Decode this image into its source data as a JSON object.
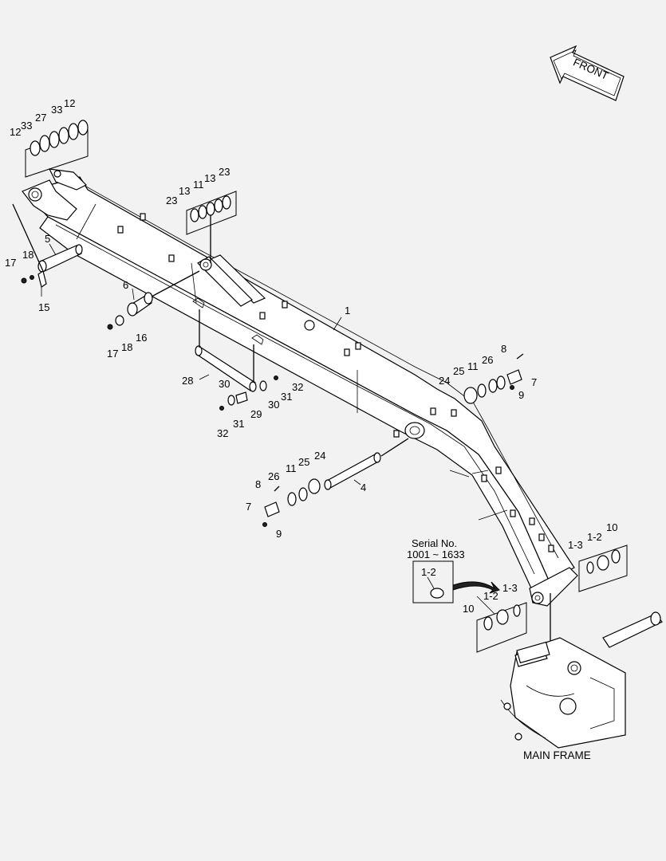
{
  "callouts": {
    "c12a": "12",
    "c33a": "33",
    "c27": "27",
    "c33b": "33",
    "c12b": "12",
    "c23a": "23",
    "c13a": "13",
    "c11a": "11",
    "c13b": "13",
    "c23b": "23",
    "c5": "5",
    "c17a": "17",
    "c18a": "18",
    "c15": "15",
    "c6": "6",
    "c17b": "17",
    "c18b": "18",
    "c16": "16",
    "c1": "1",
    "c28": "28",
    "c30a": "30",
    "c29": "29",
    "c31a": "31",
    "c32a": "32",
    "c30b": "30",
    "c31b": "31",
    "c32b": "32",
    "c25a": "25",
    "c11b": "11",
    "c26a": "26",
    "c8a": "8",
    "c24a": "24",
    "c7a": "7",
    "c9a": "9",
    "c8b": "8",
    "c26b": "26",
    "c11c": "11",
    "c25b": "25",
    "c24b": "24",
    "c7b": "7",
    "c9b": "9",
    "c4": "4",
    "c13c": "1-3",
    "c12c": "1-2",
    "c10a": "10",
    "c12d": "1-2",
    "c13d": "1-3",
    "c10b": "10",
    "c12inset": "1-2"
  },
  "front_label": "FRONT",
  "serial_line1": "Serial No.",
  "serial_line2": "1001 ~ 1633",
  "main_frame_label": "MAIN FRAME"
}
